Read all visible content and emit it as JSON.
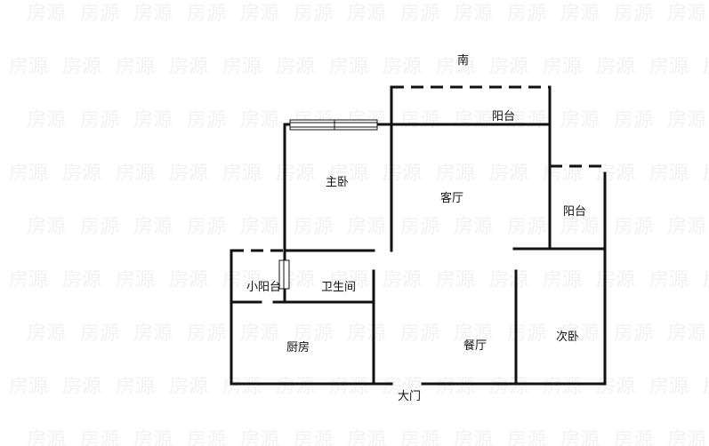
{
  "compass": {
    "south": "南"
  },
  "rooms": {
    "master_bedroom": "主卧",
    "living_room": "客厅",
    "balcony_south": "阳台",
    "balcony_east": "阳台",
    "small_balcony": "小阳台",
    "bathroom": "卫生间",
    "kitchen": "厨房",
    "dining_room": "餐厅",
    "second_bedroom": "次卧"
  },
  "entrance": "大门",
  "watermark_text": "房源",
  "colors": {
    "wall": "#111111",
    "background": "#ffffff",
    "watermark": "#e9e9e9"
  }
}
